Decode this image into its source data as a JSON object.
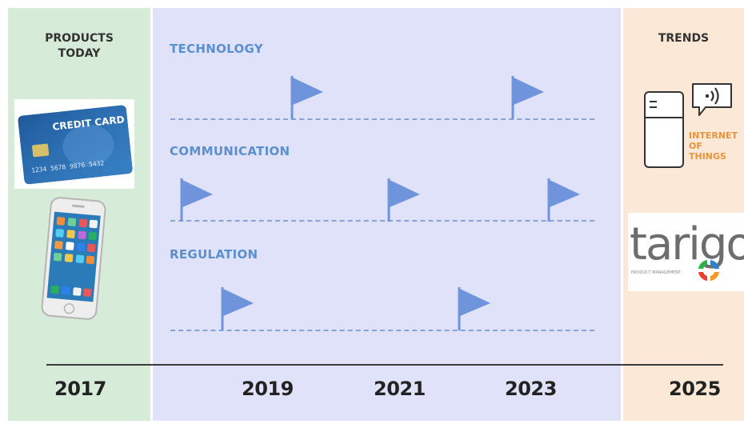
{
  "left": {
    "heading": "PRODUCTS\nTODAY"
  },
  "products": {
    "card_label": "CREDIT CARD",
    "card_number": "1234  5678  9876  5432"
  },
  "right": {
    "heading": "TRENDS",
    "iot_label": [
      "INTERNET",
      "OF",
      "THINGS"
    ],
    "logo_text": "tarigo",
    "logo_subtext": "PRODUCT MANAGEMENT"
  },
  "lanes": [
    {
      "title": "TECHNOLOGY"
    },
    {
      "title": "COMMUNICATION"
    },
    {
      "title": "REGULATION"
    }
  ],
  "timeline": {
    "years": [
      "2017",
      "2019",
      "2021",
      "2023",
      "2025"
    ]
  },
  "colors": {
    "products_panel": "#d7ebd9",
    "roadmap_panel": "#dfe2f8",
    "trends_panel": "#fbe8d6",
    "flag": "#6f94dc",
    "section_title": "#5b8fcd",
    "iot_text": "#e8933a"
  }
}
